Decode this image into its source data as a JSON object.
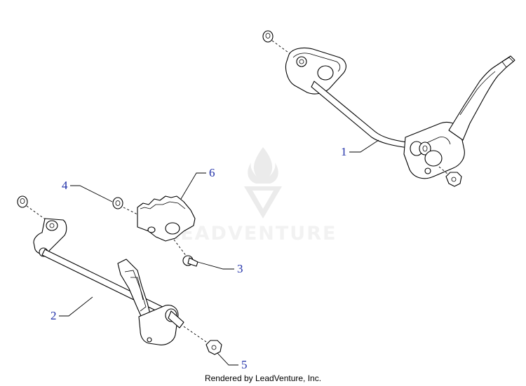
{
  "callouts": [
    {
      "label": "1",
      "part": "throttle-lever-assembly-upper"
    },
    {
      "label": "2",
      "part": "throttle-lever-assembly-lower"
    },
    {
      "label": "3",
      "part": "shoulder-screw"
    },
    {
      "label": "4",
      "part": "nut"
    },
    {
      "label": "5",
      "part": "lock-nut"
    },
    {
      "label": "6",
      "part": "detent-plate"
    }
  ],
  "watermark": {
    "text": "LEADVENTURE"
  },
  "footer": {
    "text": "Rendered by LeadVenture, Inc."
  },
  "colors": {
    "callout": "#1f2fa8",
    "line": "#000000",
    "watermark": "#cfcfcf"
  }
}
